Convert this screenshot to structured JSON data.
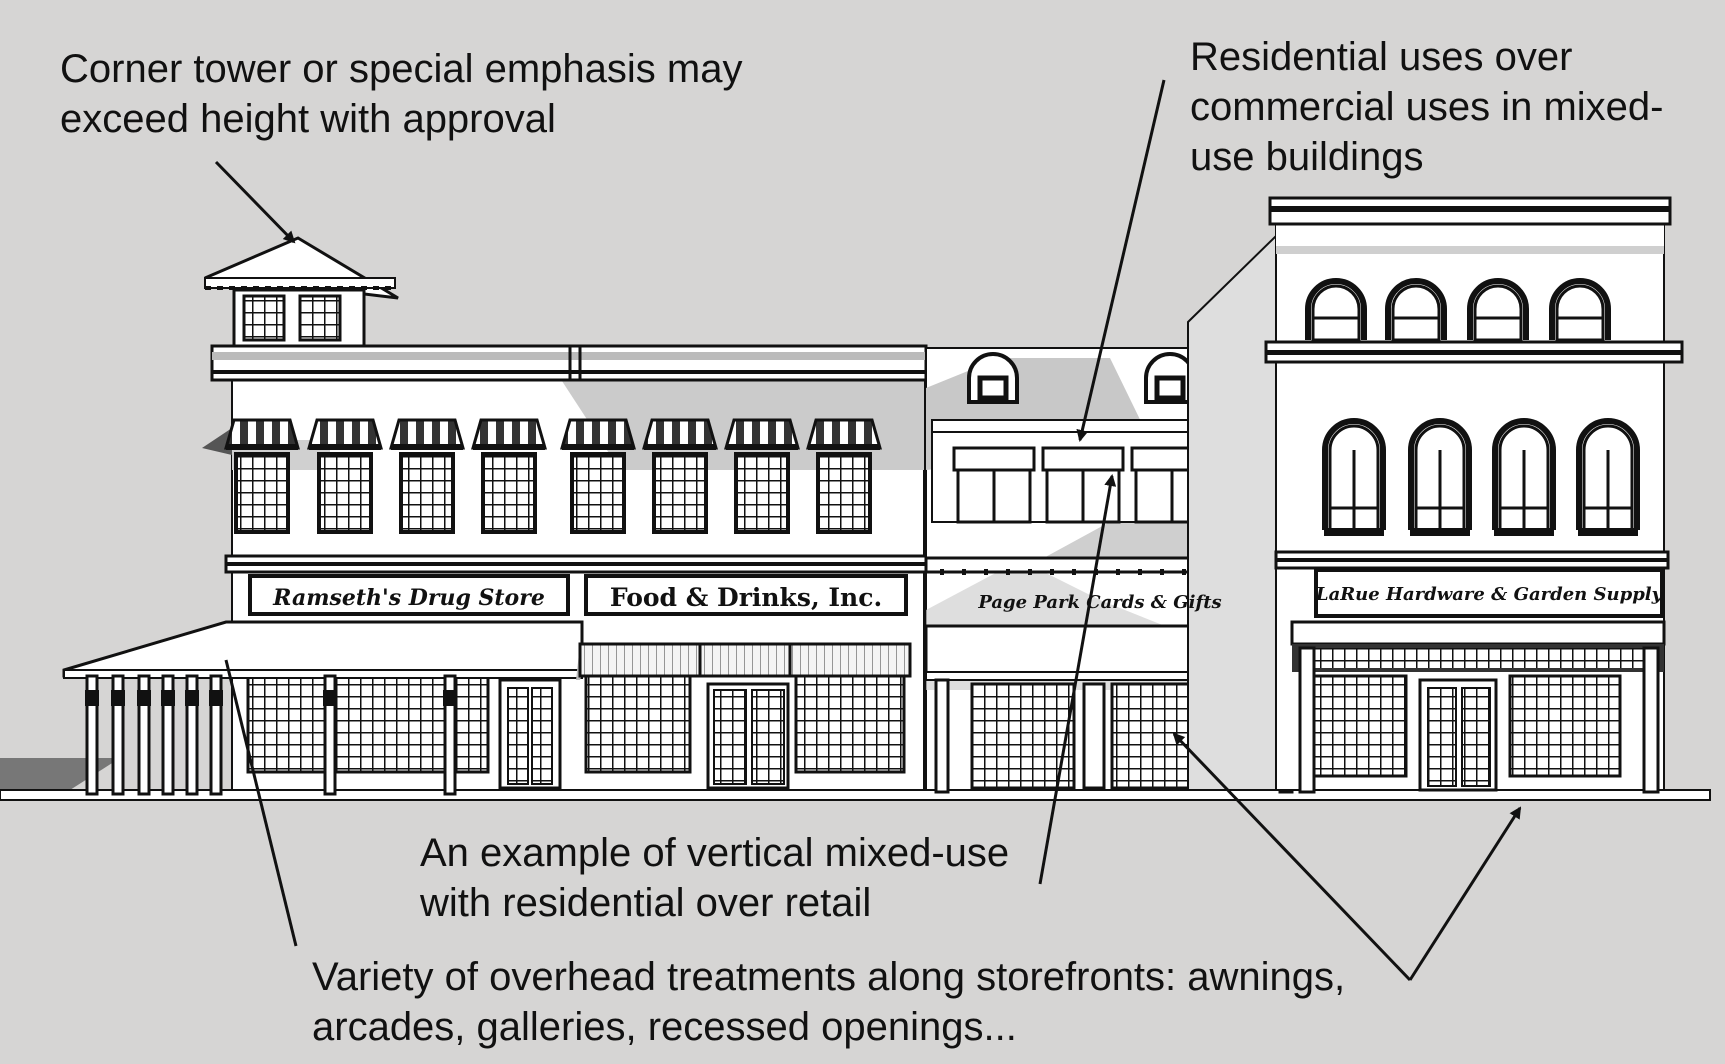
{
  "annotations": {
    "tower": [
      "Corner tower or special emphasis may",
      "exceed height with approval"
    ],
    "residential": [
      "Residential uses over",
      "commercial uses in mixed-",
      "use buildings"
    ],
    "vertical": [
      "An example of vertical mixed-use",
      "with residential over retail"
    ],
    "overhead": [
      "Variety of overhead treatments along storefronts: awnings,",
      "arcades, galleries, recessed openings..."
    ]
  },
  "signs": {
    "drug_store": "Ramseth's Drug Store",
    "food": "Food & Drinks, Inc.",
    "cards": "Page Park Cards & Gifts",
    "hardware": "LaRue Hardware & Garden Supply"
  },
  "colors": {
    "background": "#d6d5d4",
    "ink": "#111111",
    "facade": "#ffffff",
    "shadow": "#c9c9c9",
    "side_wall": "#dedede"
  }
}
